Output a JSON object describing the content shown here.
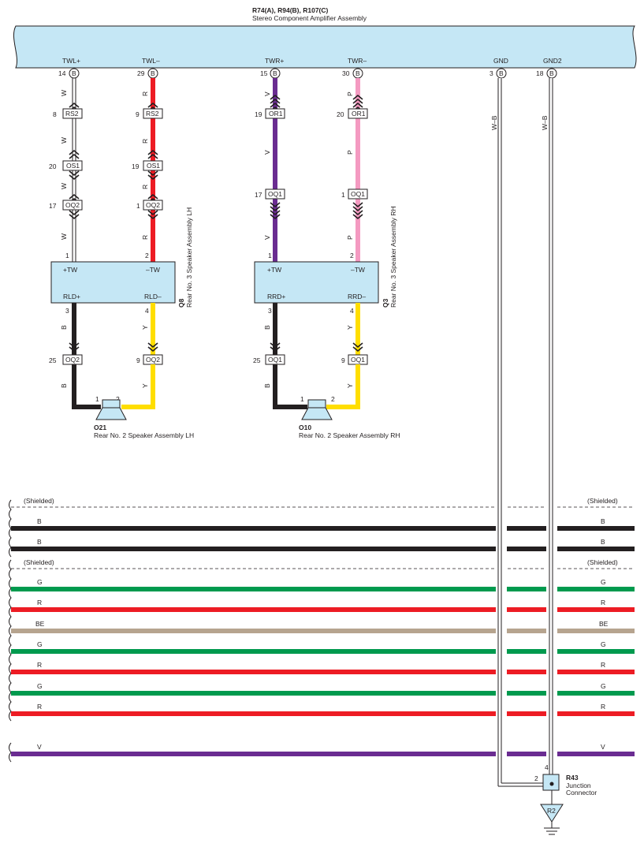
{
  "header": {
    "connector_codes": "R74(A), R94(B), R107(C)",
    "title": "Stereo Component Amplifier Assembly"
  },
  "amp": {
    "pins": [
      {
        "name": "TWL+",
        "pin": "14",
        "conn": "B"
      },
      {
        "name": "TWL–",
        "pin": "29",
        "conn": "B"
      },
      {
        "name": "TWR+",
        "pin": "15",
        "conn": "B"
      },
      {
        "name": "TWR–",
        "pin": "30",
        "conn": "B"
      },
      {
        "name": "GND",
        "pin": "3",
        "conn": "B"
      },
      {
        "name": "GND2",
        "pin": "18",
        "conn": "B"
      }
    ],
    "gnd_wire": "W–B",
    "gnd2_wire": "W–B"
  },
  "colors": {
    "box_fill": "#c5e7f5",
    "W": "#ffffff",
    "R": "#ed1c24",
    "V": "#6a2c91",
    "P": "#f49ac1",
    "B": "#231f20",
    "Y": "#ffde00",
    "G": "#009a4e",
    "BE": "#b6a48f"
  },
  "left_channel": {
    "wire_plus": "W",
    "wire_minus": "R",
    "conns": [
      {
        "pin_plus": "8",
        "pin_minus": "9",
        "name": "RS2"
      },
      {
        "pin_plus": "20",
        "pin_minus": "19",
        "name": "OS1"
      },
      {
        "pin_plus": "17",
        "pin_minus": "1",
        "name": "OQ2"
      }
    ],
    "speaker": {
      "code": "Q8",
      "name": "Rear No. 3 Speaker Assembly LH",
      "pin_plus": "1",
      "pin_minus": "2",
      "top_left": "+TW",
      "top_right": "–TW",
      "pin_out_plus": "3",
      "pin_out_minus": "4",
      "bot_left": "RLD+",
      "bot_right": "RLD–"
    },
    "wire_out_plus": "B",
    "wire_out_minus": "Y",
    "out_conn": {
      "pin_plus": "25",
      "pin_minus": "9",
      "name": "OQ2"
    },
    "woofer": {
      "code": "O21",
      "name": "Rear No. 2 Speaker Assembly LH",
      "pin1": "1",
      "pin2": "2"
    }
  },
  "right_channel": {
    "wire_plus": "V",
    "wire_minus": "P",
    "conns": [
      {
        "pin_plus": "19",
        "pin_minus": "20",
        "name": "OR1"
      },
      {
        "pin_plus": "17",
        "pin_minus": "1",
        "name": "OQ1"
      }
    ],
    "speaker": {
      "code": "Q3",
      "name": "Rear No. 3 Speaker Assembly RH",
      "pin_plus": "1",
      "pin_minus": "2",
      "top_left": "+TW",
      "top_right": "–TW",
      "pin_out_plus": "3",
      "pin_out_minus": "4",
      "bot_left": "RRD+",
      "bot_right": "RRD–"
    },
    "wire_out_plus": "B",
    "wire_out_minus": "Y",
    "out_conn": {
      "pin_plus": "25",
      "pin_minus": "9",
      "name": "OQ1"
    },
    "woofer": {
      "code": "O10",
      "name": "Rear No. 2 Speaker Assembly RH",
      "pin1": "1",
      "pin2": "2"
    }
  },
  "bus": {
    "shielded_label": "(Shielded)",
    "wires": [
      "B",
      "B",
      "G",
      "R",
      "BE",
      "G",
      "R",
      "G",
      "R",
      "V"
    ]
  },
  "junction": {
    "code": "R43",
    "name_line1": "Junction",
    "name_line2": "Connector",
    "pin_top": "4",
    "pin_left": "2",
    "ground": "R2"
  }
}
